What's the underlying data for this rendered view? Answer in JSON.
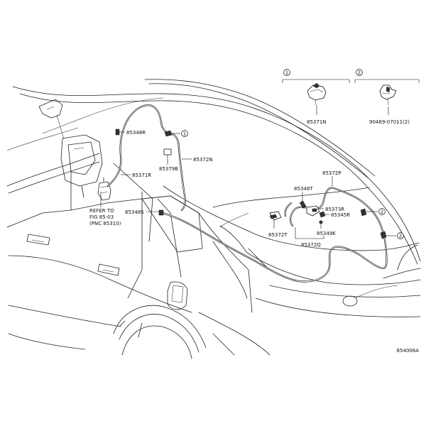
{
  "figure_code": "854006A",
  "inset_keys": [
    "1",
    "2"
  ],
  "labels": {
    "p85371N": "85371N",
    "p90469": "90469-07011(2)",
    "p85348R": "85348R",
    "p85372N": "85372N",
    "p85379B": "85379B",
    "p85371R": "85371R",
    "p85372P": "85372P",
    "p85348T": "85348T",
    "p85373R": "85373R",
    "p85345R": "85345R",
    "p85348S": "85348S",
    "p85372T": "85372T",
    "p85349K": "85349K",
    "p85372Q": "85372Q"
  },
  "refer_note": [
    "REFER TO",
    "FIG 85-03",
    "(PNC 85310)"
  ],
  "callouts": {
    "c1_hose": "1",
    "c2_upper": "2",
    "c2_lower": "2"
  }
}
